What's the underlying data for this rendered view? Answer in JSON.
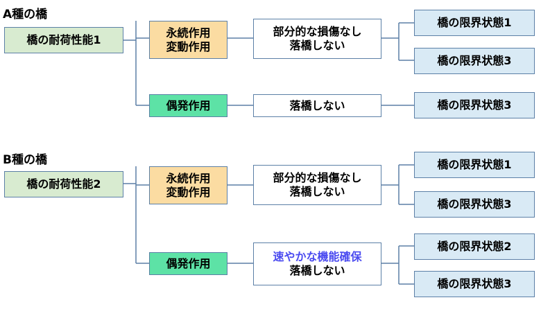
{
  "diagrams": [
    {
      "title": "A種の橋",
      "performance": "橋の耐荷性能1",
      "branches": [
        {
          "action": [
            "永続作用",
            "変動作用"
          ],
          "condition": [
            "部分的な損傷なし",
            "落橋しない"
          ],
          "limits": [
            "橋の限界状態1",
            "橋の限界状態3"
          ]
        },
        {
          "action": [
            "偶発作用"
          ],
          "condition": [
            "落橋しない"
          ],
          "limits": [
            "橋の限界状態3"
          ]
        }
      ]
    },
    {
      "title": "B種の橋",
      "performance": "橋の耐荷性能2",
      "branches": [
        {
          "action": [
            "永続作用",
            "変動作用"
          ],
          "condition": [
            "部分的な損傷なし",
            "落橋しない"
          ],
          "limits": [
            "橋の限界状態1",
            "橋の限界状態3"
          ]
        },
        {
          "action": [
            "偶発作用"
          ],
          "condition": [
            "速やかな機能確保",
            "落橋しない"
          ],
          "limits": [
            "橋の限界状態2",
            "橋の限界状態3"
          ]
        }
      ]
    }
  ],
  "colors": {
    "line": "#5b7fa6",
    "performance_fill": "#d8ebd0",
    "permanent_fill": "#fbdca2",
    "accidental_fill": "#5de2a6",
    "limit_fill": "#d9eaf5",
    "highlight_text": "#4a4af0"
  }
}
